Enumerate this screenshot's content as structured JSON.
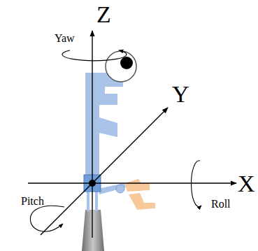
{
  "diagram": {
    "labels": [
      "Z",
      "Yaw",
      "Y",
      "X",
      "Pitch",
      "Roll"
    ]
  }
}
